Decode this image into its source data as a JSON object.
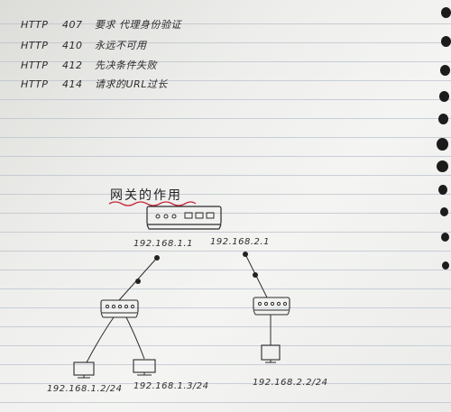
{
  "notes": [
    {
      "protocol": "HTTP",
      "code": "407",
      "description": "要求 代理身份验证"
    },
    {
      "protocol": "HTTP",
      "code": "410",
      "description": "永远不可用"
    },
    {
      "protocol": "HTTP",
      "code": "412",
      "description": "先决条件失败"
    },
    {
      "protocol": "HTTP",
      "code": "414",
      "description": "请求的URL过长"
    }
  ],
  "diagram": {
    "title": "网关的作用",
    "gateway_left_ip": "192.168.1.1",
    "gateway_right_ip": "192.168.2.1",
    "host_left_ip": "192.168.1.2/24",
    "host_middle_ip": "192.168.1.3/24",
    "host_right_ip": "192.168.2.2/24"
  },
  "colors": {
    "ink": "#2b2b2b",
    "underline": "#c4283a",
    "paper": "#eeeeec",
    "rule_line": "#b9c3cc"
  }
}
